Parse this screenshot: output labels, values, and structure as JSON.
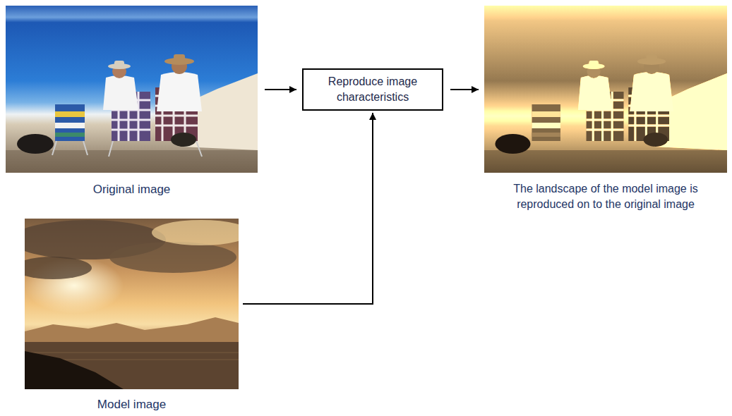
{
  "diagram": {
    "nodes": [
      {
        "text": [
          "Original image"
        ]
      },
      {
        "text": [
          "Reproduce image characteristics"
        ]
      },
      {
        "text": [
          "The landscape of the model image is reproduced on to the original image"
        ]
      },
      {
        "text": [
          "Model image"
        ]
      }
    ],
    "edges": [
      {
        "from": 0,
        "to": 1,
        "arrow": "to"
      },
      {
        "from": 3,
        "to": 1,
        "arrow": "to"
      },
      {
        "from": 1,
        "to": 2,
        "arrow": "to"
      }
    ]
  }
}
